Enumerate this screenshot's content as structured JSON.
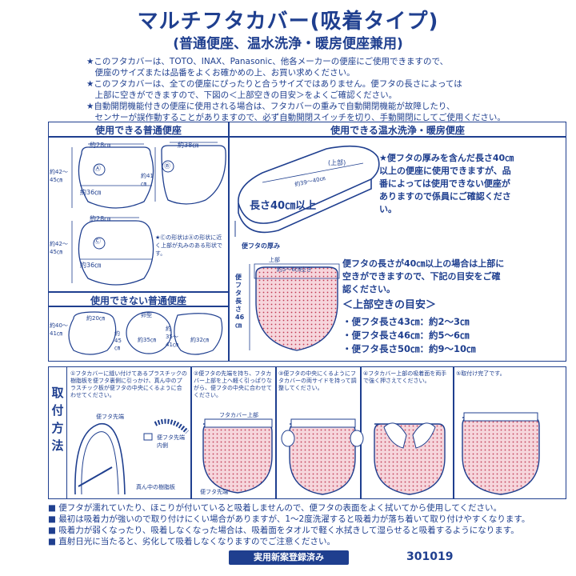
{
  "header": {
    "title": "マルチフタカバー(吸着タイプ)",
    "subtitle": "(普通便座、温水洗浄・暖房便座兼用)"
  },
  "notes": [
    "★このフタカバーは、TOTO、INAX、Panasonic、他各メーカーの便座にご使用できますので、",
    "　便座のサイズまたは品番をよくお確かめの上、お買い求めください。",
    "★このフタカバーは、全ての便座にぴったりと合うサイズではありません。便フタの長さによっては",
    "　上部に空きができますので、下図の＜上部空きの目安＞をよくご確認ください。",
    "★自動開閉機能付きの便座に使用される場合は、フタカバーの重みで自動開閉機能が故障したり、",
    "　センサーが誤作動することがありますので、必ず自動開閉スイッチを切り、手動開閉にしてご使用ください。"
  ],
  "normal_seat": {
    "header": "使用できる普通便座",
    "a": {
      "label": "Ⓐ",
      "top": "約28㎝",
      "width": "約36㎝",
      "height": "約42〜45㎝"
    },
    "b": {
      "label": "Ⓑ",
      "top": "約38㎝",
      "height": "約41㎝"
    },
    "c": {
      "label": "Ⓒ",
      "top": "約28㎝",
      "width": "約36㎝",
      "height": "約42〜45㎝"
    },
    "c_note": "★Ⓒの形状はⒶの形状に近く上部が丸みのある形状です。"
  },
  "unusable": {
    "header": "使用できない普通便座",
    "items": [
      {
        "top": "約20㎝",
        "h": "約40〜41㎝"
      },
      {
        "top": "卵型",
        "w": "約35㎝",
        "h": "約45㎝"
      },
      {
        "w": "約32㎝",
        "h": "約35〜41㎝"
      }
    ]
  },
  "warm_seat": {
    "header": "使用できる温水洗浄・暖房便座",
    "top_label": "(上部)",
    "diag": "約39〜40㎝",
    "length": "長さ40㎝以上",
    "thickness": "便フタの厚み",
    "note": "★便フタの厚みを含んだ長さ40㎝以上の便座に使用できますが、品番によっては使用できない便座がありますので係員にご確認ください。"
  },
  "gap": {
    "top_label": "上部",
    "gap_label": "約5〜6㎝空き",
    "vert": "便フタ長さ46㎝",
    "text": "便フタの長さが40㎝以上の場合は上部に空きができますので、下記の目安をご確認ください。",
    "guide_title": "＜上部空きの目安＞",
    "rows": [
      "・便フタ長さ43㎝：約2〜3㎝",
      "・便フタ長さ46㎝：約5〜6㎝",
      "・便フタ長さ50㎝：約9〜10㎝"
    ]
  },
  "install": {
    "label": "取付方法",
    "steps": [
      "①フタカバーに縫い付けてあるプラスチックの樹脂板を便フタ裏側に引っかけ、真ん中のプラスチック板が便フタの中央にくるように合わせてください。",
      "②便フタの先端を持ち、フタカバー上部を上へ軽く引っぱりながら、便フタの中央に合わせてください。",
      "③便フタの中央にくるようにフタカバーの両サイドを持って調整してください。",
      "④フタカバー上部の吸着面を両手で強く押さえてください。",
      "⑤取付け完了です。"
    ],
    "l_tip": "便フタ先端",
    "l_inside": "便フタ先端内側",
    "l_center": "真ん中の樹脂板",
    "l_cover_top": "フタカバー上部",
    "l_tip2": "便フタ先端"
  },
  "bottom": [
    "■ 便フタが濡れていたり、ほこりが付いていると吸着しませんので、便フタの表面をよく拭いてから使用してください。",
    "■ 最初は吸着力が強いので取り付けにくい場合がありますが、1〜2度洗濯すると吸着力が落ち着いて取り付けやすくなります。",
    "■ 吸着力が弱くなったり、吸着しなくなった場合は、吸着面をタオルで軽く水拭きして湿らせると吸着するようになります。",
    "■ 直射日光に当たると、劣化して吸着しなくなりますのでご注意ください。"
  ],
  "footer": {
    "badge": "実用新案登録済み",
    "code": "301019"
  },
  "colors": {
    "ink": "#1f3f8f",
    "pink": "#f6d6dc",
    "dot": "#c23b55"
  }
}
